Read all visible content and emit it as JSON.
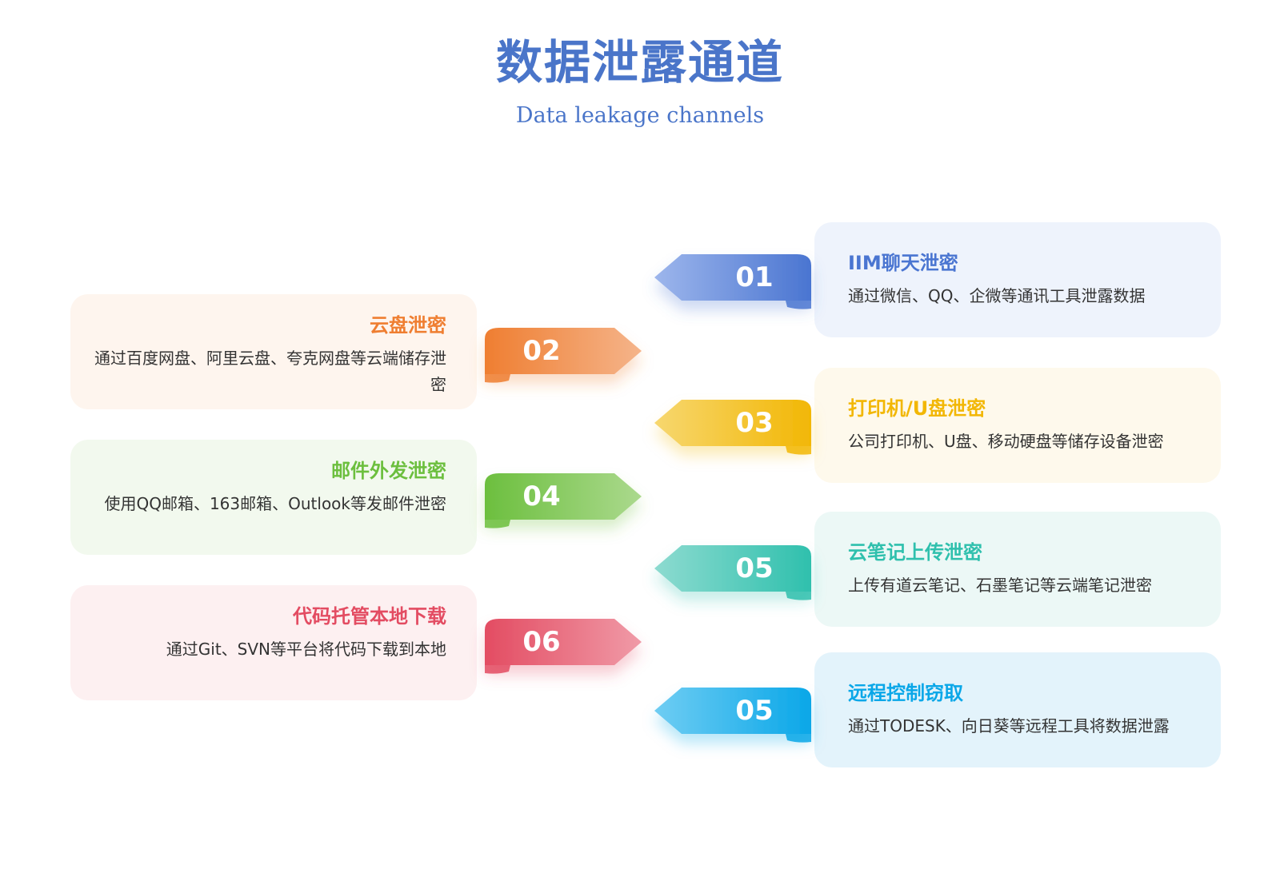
{
  "header": {
    "title": "数据泄露通道",
    "subtitle": "Data leakage channels"
  },
  "items": [
    {
      "number": "01",
      "title": "IIM聊天泄密",
      "desc": "通过微信、QQ、企微等通讯工具泄露数据",
      "color": "#4a75d1",
      "light": "#9db6ec",
      "bg": "#eef3fc"
    },
    {
      "number": "02",
      "title": "云盘泄密",
      "desc": "通过百度网盘、阿里云盘、夸克网盘等云端储存泄密",
      "color": "#ef7e31",
      "light": "#f5b48a",
      "bg": "#fef5ee"
    },
    {
      "number": "03",
      "title": "打印机/U盘泄密",
      "desc": "公司打印机、U盘、移动硬盘等储存设备泄密",
      "color": "#f2b705",
      "light": "#f7d76f",
      "bg": "#fef9ec"
    },
    {
      "number": "04",
      "title": "邮件外发泄密",
      "desc": "使用QQ邮箱、163邮箱、Outlook等发邮件泄密",
      "color": "#6cbf3e",
      "light": "#abd98d",
      "bg": "#f2f9ee"
    },
    {
      "number": "05",
      "title": "云笔记上传泄密",
      "desc": "上传有道云笔记、石墨笔记等云端笔记泄密",
      "color": "#2fc0ad",
      "light": "#8ddbd0",
      "bg": "#ecf8f6"
    },
    {
      "number": "06",
      "title": "代码托管本地下载",
      "desc": "通过Git、SVN等平台将代码下载到本地",
      "color": "#e34c62",
      "light": "#f09aa7",
      "bg": "#fdf0f1"
    },
    {
      "number": "05",
      "title": "远程控制窃取",
      "desc": "通过TODESK、向日葵等远程工具将数据泄露",
      "color": "#0aa7e8",
      "light": "#6fcdf3",
      "bg": "#e3f3fb"
    }
  ]
}
